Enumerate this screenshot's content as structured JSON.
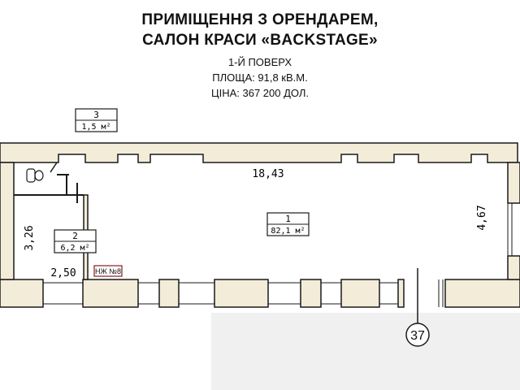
{
  "header": {
    "title_line1": "ПРИМІЩЕННЯ З ОРЕНДАРЕМ,",
    "title_line2": "САЛОН КРАСИ «BACKSTAGE»",
    "floor": "1-Й ПОВЕРХ",
    "area": "ПЛОЩА: 91,8 кВ.М.",
    "price": "ЦІНА: 367 200 ДОЛ."
  },
  "rooms": [
    {
      "number": "1",
      "area": "82,1 м²"
    },
    {
      "number": "2",
      "area": "6,2 м²"
    },
    {
      "number": "3",
      "area": "1,5 м²"
    }
  ],
  "dimensions": {
    "length": "18,43",
    "width_right": "4,67",
    "room2_height": "3,26",
    "room2_width": "2,50"
  },
  "marker": "НЖ №8",
  "building_number": "37",
  "colors": {
    "wall": "#f2ecd9",
    "line": "#1a1a1a",
    "marker": "#8b1a1a"
  }
}
